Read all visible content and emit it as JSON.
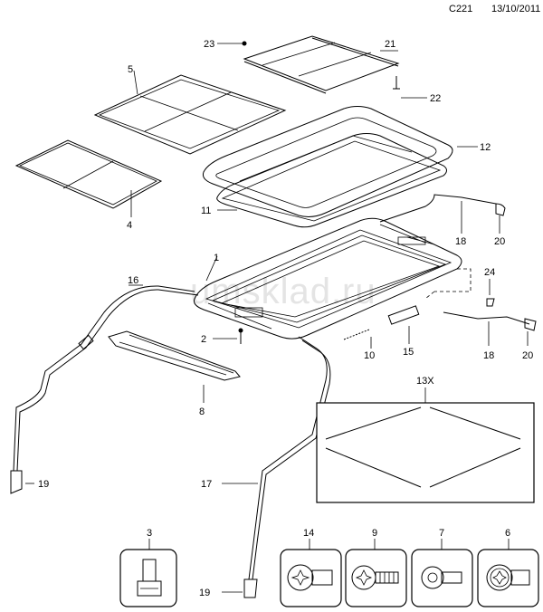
{
  "header": {
    "code": "C221",
    "date": "13/10/2011"
  },
  "watermark": "umsklad.ru",
  "callouts": {
    "c1": "1",
    "c2": "2",
    "c3": "3",
    "c4": "4",
    "c5": "5",
    "c6": "6",
    "c7": "7",
    "c8": "8",
    "c9": "9",
    "c10": "10",
    "c11": "11",
    "c12": "12",
    "c13x": "13X",
    "c14": "14",
    "c15": "15",
    "c16": "16",
    "c17": "17",
    "c18a": "18",
    "c18b": "18",
    "c19a": "19",
    "c19b": "19",
    "c20a": "20",
    "c20b": "20",
    "c21": "21",
    "c22": "22",
    "c23": "23",
    "c24": "24"
  }
}
